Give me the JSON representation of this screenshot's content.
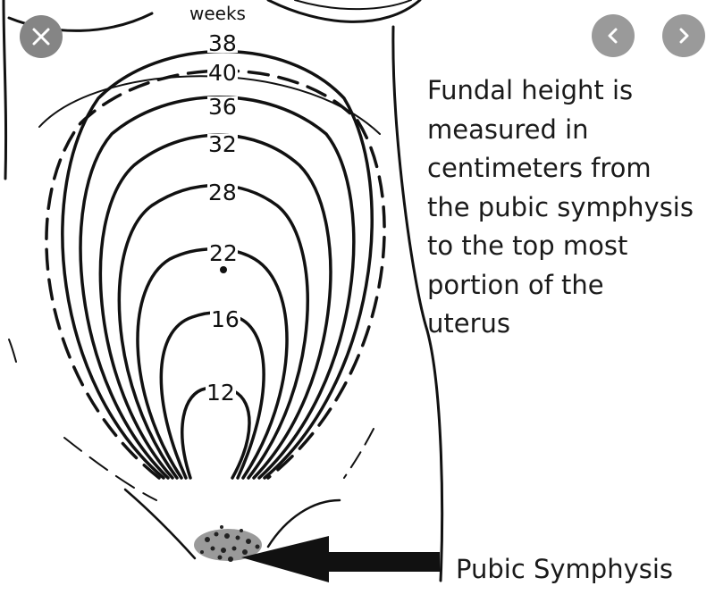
{
  "diagram": {
    "weeks_heading": "weeks",
    "week_labels": [
      "38",
      "40",
      "36",
      "32",
      "28",
      "22",
      "16",
      "12"
    ],
    "caption_lines": [
      "Fundal height is",
      "measured in",
      "centimeters from",
      "the pubic symphysis",
      "to the top most",
      "portion of the",
      "uterus"
    ],
    "pubic_label": "Pubic Symphysis"
  },
  "controls": {
    "close_icon": "close-icon",
    "prev_icon": "chevron-left-icon",
    "next_icon": "chevron-right-icon"
  }
}
